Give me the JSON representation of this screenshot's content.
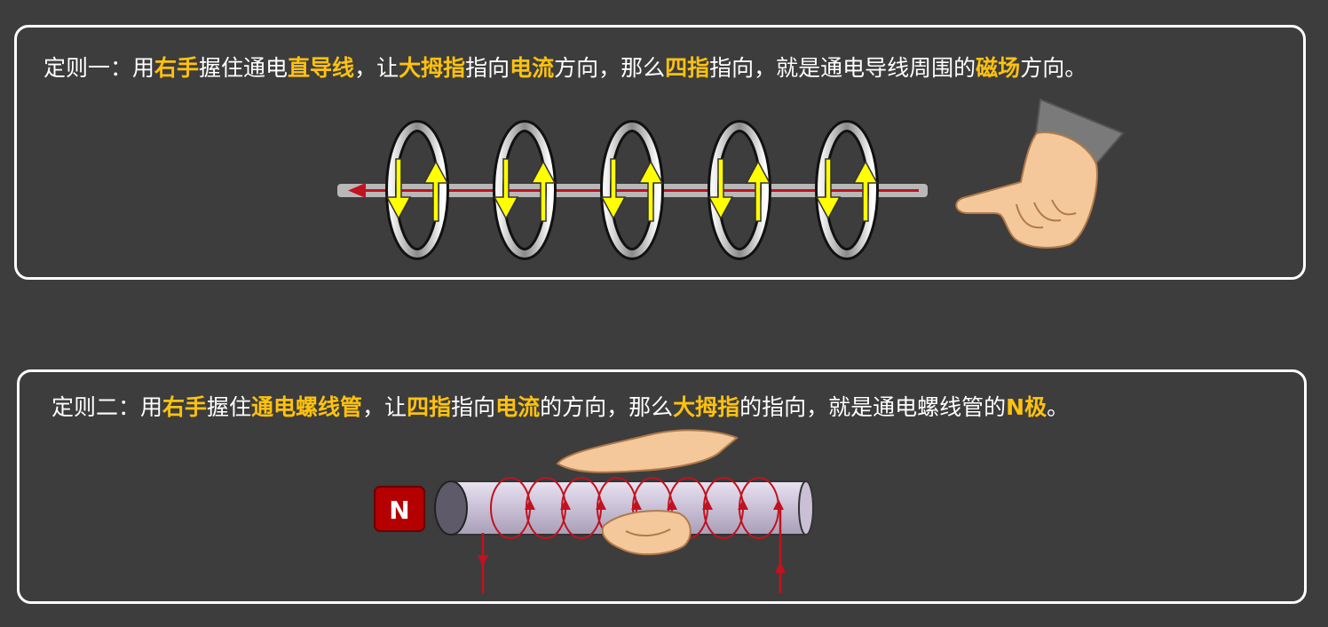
{
  "rule1": {
    "segments": [
      {
        "text": "定则一：用",
        "highlight": false
      },
      {
        "text": "右手",
        "highlight": true
      },
      {
        "text": "握住通电",
        "highlight": false
      },
      {
        "text": "直导线",
        "highlight": true
      },
      {
        "text": "，让",
        "highlight": false
      },
      {
        "text": "大拇指",
        "highlight": true
      },
      {
        "text": "指向",
        "highlight": false
      },
      {
        "text": "电流",
        "highlight": true
      },
      {
        "text": "方向，那么",
        "highlight": false
      },
      {
        "text": "四指",
        "highlight": true
      },
      {
        "text": "指向，就是通电导线周围的",
        "highlight": false
      },
      {
        "text": "磁场",
        "highlight": true
      },
      {
        "text": "方向。",
        "highlight": false
      }
    ],
    "ring_count": 5
  },
  "rule2": {
    "segments": [
      {
        "text": "定则二：用",
        "highlight": false
      },
      {
        "text": "右手",
        "highlight": true
      },
      {
        "text": "握住",
        "highlight": false
      },
      {
        "text": "通电螺线管",
        "highlight": true
      },
      {
        "text": "，让",
        "highlight": false
      },
      {
        "text": "四指",
        "highlight": true
      },
      {
        "text": "指向",
        "highlight": false
      },
      {
        "text": "电流",
        "highlight": true
      },
      {
        "text": "的方向，那么",
        "highlight": false
      },
      {
        "text": "大拇指",
        "highlight": true
      },
      {
        "text": "的指向，就是通电螺线管的",
        "highlight": false
      },
      {
        "text": "N极",
        "highlight": true
      },
      {
        "text": "。",
        "highlight": false
      }
    ],
    "pole_label": "N",
    "coil_turns": 8
  },
  "colors": {
    "highlight": "#ffc20e",
    "wire": "#c1121f",
    "arrow_yellow": "#ffff00",
    "skin": "#f4c89a",
    "sleeve": "#7a7a7a",
    "tube": "#c9c0d6",
    "pole_box": "#b40000"
  }
}
